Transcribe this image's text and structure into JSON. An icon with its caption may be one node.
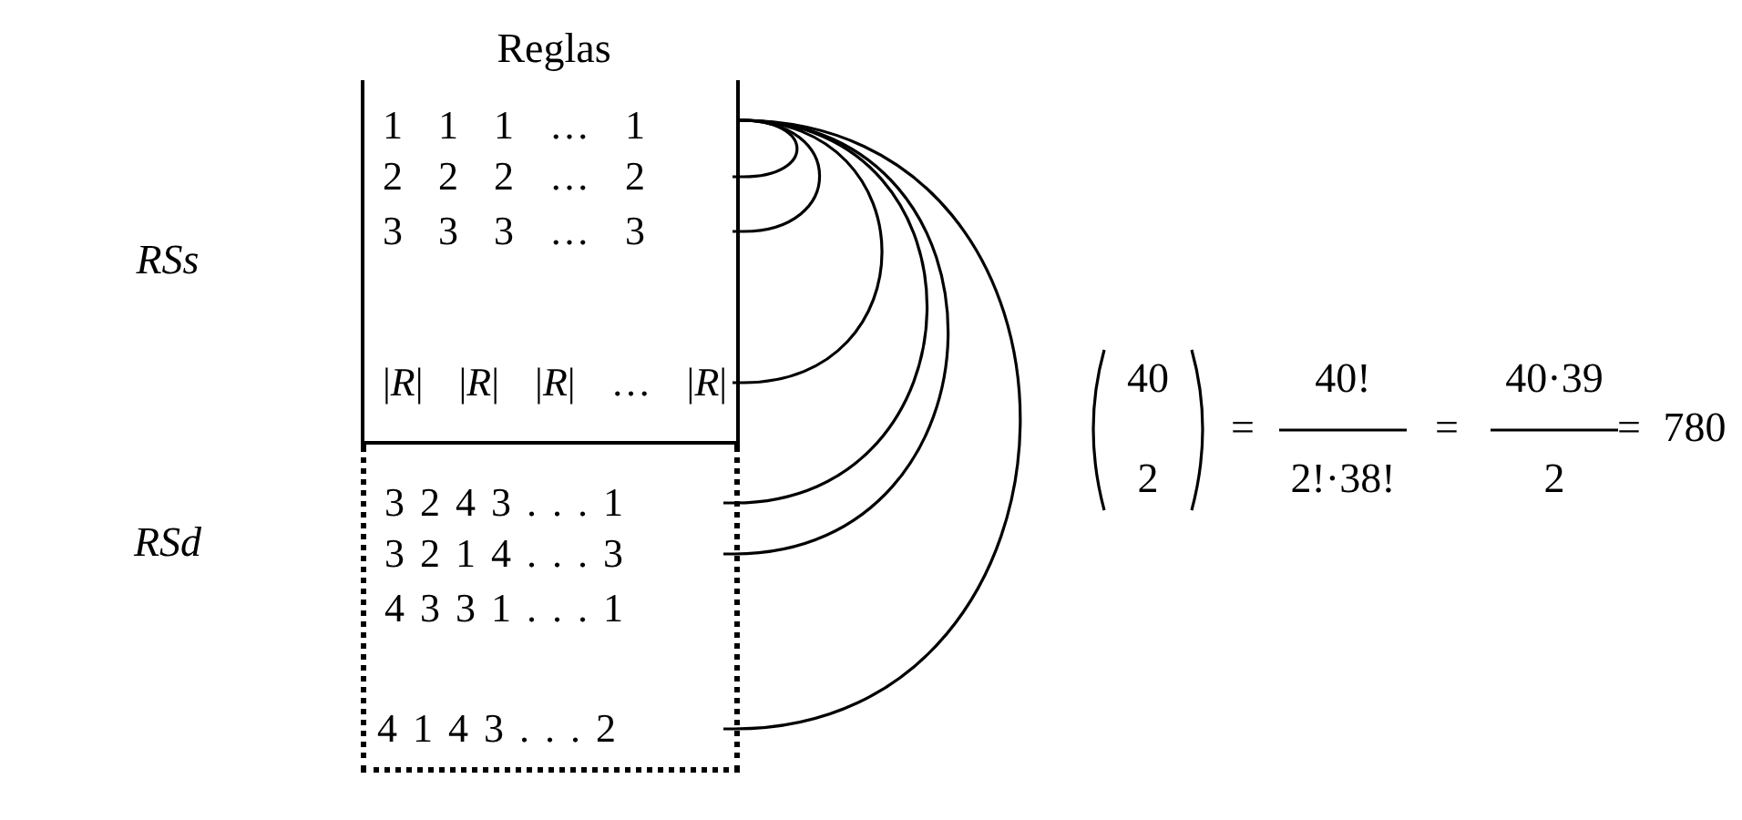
{
  "diagram": {
    "nodes": [
      {
        "text": [
          "Reglas"
        ]
      },
      {
        "text": [
          "1 1 1 … 1"
        ],
        "in": 0
      },
      {
        "text": [
          "2 2 2 … 2"
        ],
        "in": 0
      },
      {
        "text": [
          "3 3 3 … 3"
        ],
        "in": 0
      },
      {
        "text": [
          "|*R*| |*R*| |*R*| … |*R*|"
        ],
        "in": 0
      },
      {
        "text": [],
        "shape": "box"
      },
      {
        "text": [
          "3 2 4 3 . . . 1"
        ],
        "in": 5
      },
      {
        "text": [
          "3 2 1 4 . . . 3"
        ],
        "in": 5
      },
      {
        "text": [
          "4 3 3 1 . . . 1"
        ],
        "in": 5
      },
      {
        "text": [
          "4 1 4 3 . . . 2"
        ],
        "in": 5
      }
    ],
    "edges": [
      {
        "from": 1,
        "to": 2,
        "arrow": "none"
      },
      {
        "from": 1,
        "to": 3,
        "arrow": "none"
      },
      {
        "from": 1,
        "to": 4,
        "arrow": "none"
      },
      {
        "from": 1,
        "to": 6,
        "arrow": "none"
      },
      {
        "from": 1,
        "to": 7,
        "arrow": "none"
      },
      {
        "from": 1,
        "to": 9,
        "arrow": "none"
      }
    ],
    "labels": [
      "RSs",
      "RSd",
      "40",
      "2",
      "=",
      "40!",
      "2!·38!",
      "=",
      "40·39",
      "2",
      "=",
      "780"
    ]
  }
}
